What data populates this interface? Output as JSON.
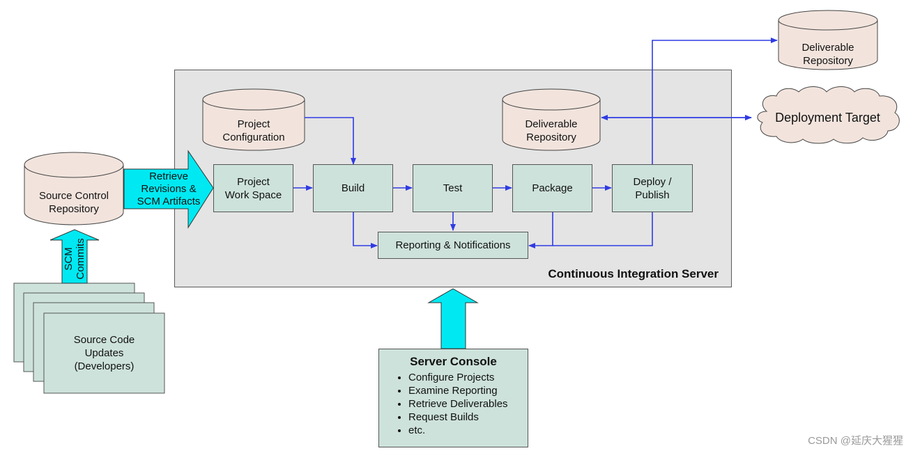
{
  "ci_server": {
    "title": "Continuous Integration Server"
  },
  "stores": {
    "project_configuration": "Project\nConfiguration",
    "deliverable_inner": "Deliverable\nRepository",
    "deliverable_outer": "Deliverable\nRepository",
    "source_control": "Source Control\nRepository"
  },
  "stages": {
    "workspace": "Project\nWork Space",
    "build": "Build",
    "test": "Test",
    "package": "Package",
    "deploy": "Deploy /\nPublish",
    "reporting": "Reporting & Notifications"
  },
  "deployment_target": "Deployment Target",
  "retrieve_arrow": "Retrieve\nRevisions &\nSCM Artifacts",
  "scm_commits": "SCM\nCommits",
  "developers": "Source Code\nUpdates\n(Developers)",
  "console": {
    "title": "Server Console",
    "items": [
      "Configure Projects",
      "Examine Reporting",
      "Retrieve Deliverables",
      "Request Builds",
      "etc."
    ]
  },
  "watermark": "CSDN @延庆大猩猩",
  "colors": {
    "box_fill": "#cde2db",
    "cylinder_fill": "#f2e4dd",
    "arrow_cyan": "#00e9f2",
    "connector_blue": "#2f3be3",
    "server_fill": "#e4e4e4"
  }
}
